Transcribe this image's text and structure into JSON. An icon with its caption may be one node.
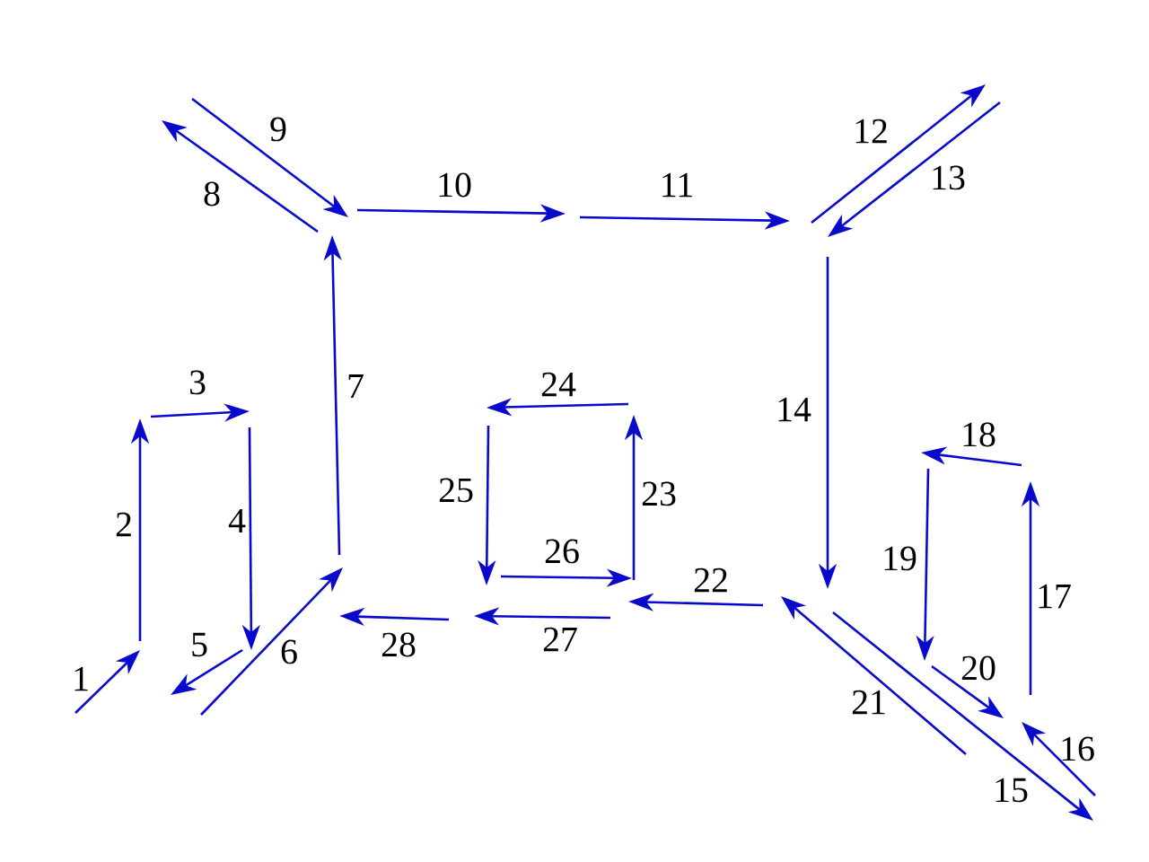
{
  "diagram": {
    "labels": [
      "1",
      "2",
      "3",
      "4",
      "5",
      "6",
      "7",
      "8",
      "9",
      "10",
      "11",
      "12",
      "13",
      "14",
      "15",
      "16",
      "17",
      "18",
      "19",
      "20",
      "21",
      "22",
      "23",
      "24",
      "25",
      "26",
      "27",
      "28"
    ]
  }
}
